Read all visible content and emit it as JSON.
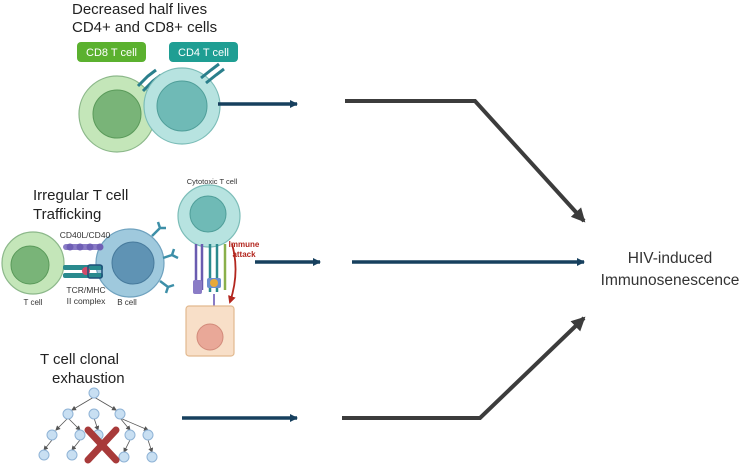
{
  "panels": {
    "top": {
      "title_line1": "Decreased half lives",
      "title_line2": "CD4+ and CD8+ cells",
      "cd8_label": "CD8 T cell",
      "cd4_label": "CD4 T cell"
    },
    "middle": {
      "title_line1": "Irregular T cell",
      "title_line2": "Trafficking",
      "cd40_label": "CD40L/CD40",
      "tcr_label_line1": "TCR/MHC",
      "tcr_label_line2": "II complex",
      "t_cell_label": "T cell",
      "b_cell_label": "B cell",
      "cytotoxic_label": "Cytotoxic T cell",
      "immune_label_line1": "Immune",
      "immune_label_line2": "attack"
    },
    "bottom": {
      "title_line1": "T cell clonal",
      "title_line2": "exhaustion"
    }
  },
  "outcome": {
    "line1": "HIV-induced",
    "line2": "Immunosenescence"
  },
  "colors": {
    "cd8_badge": "#5bb12f",
    "cd4_badge": "#1f9e93",
    "arrow_dark": "#17405e",
    "converge_line": "#3c3c3c",
    "immune_red": "#b3261e",
    "x_mark": "#a83a3a"
  }
}
